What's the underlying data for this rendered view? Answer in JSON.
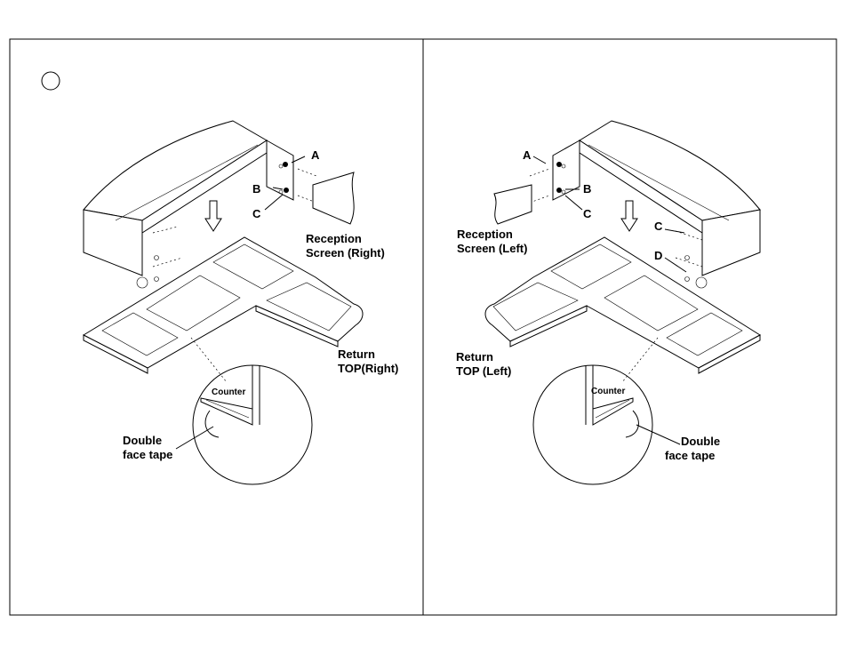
{
  "step_marker": "",
  "left": {
    "label_a": "A",
    "label_b": "B",
    "label_c": "C",
    "screen_line1": "Reception",
    "screen_line2": "Screen (Right)",
    "return_line1": "Return",
    "return_line2": "TOP(Right)",
    "counter": "Counter",
    "tape_line1": "Double",
    "tape_line2": "face tape"
  },
  "right": {
    "label_a": "A",
    "label_b": "B",
    "label_c": "C",
    "label_c2": "C",
    "label_d": "D",
    "screen_line1": "Reception",
    "screen_line2": "Screen (Left)",
    "return_line1": "Return",
    "return_line2": "TOP (Left)",
    "counter": "Counter",
    "tape_line1": "Double",
    "tape_line2": "face tape"
  }
}
